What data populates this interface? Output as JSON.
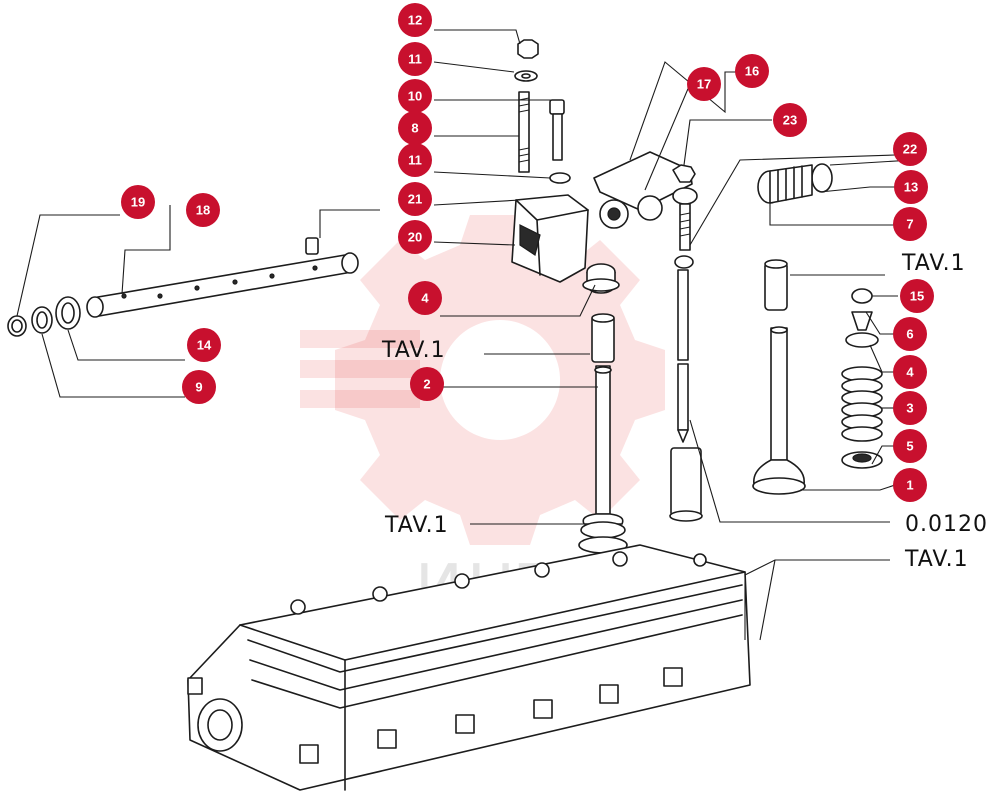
{
  "watermark": {
    "text": "ИНТЕХ"
  },
  "callouts": [
    "12",
    "11",
    "10",
    "8",
    "11",
    "21",
    "20",
    "4",
    "2",
    "16",
    "17",
    "23",
    "22",
    "13",
    "7",
    "15",
    "6",
    "4",
    "3",
    "5",
    "1",
    "19",
    "18",
    "14",
    "9"
  ],
  "references": [
    "TAV.1",
    "TAV.1",
    "TAV.1",
    "0.0120",
    "TAV.1"
  ],
  "colors": {
    "callout": "#c8102e",
    "ink": "#1c1c1c",
    "watermark": "#e03030"
  }
}
